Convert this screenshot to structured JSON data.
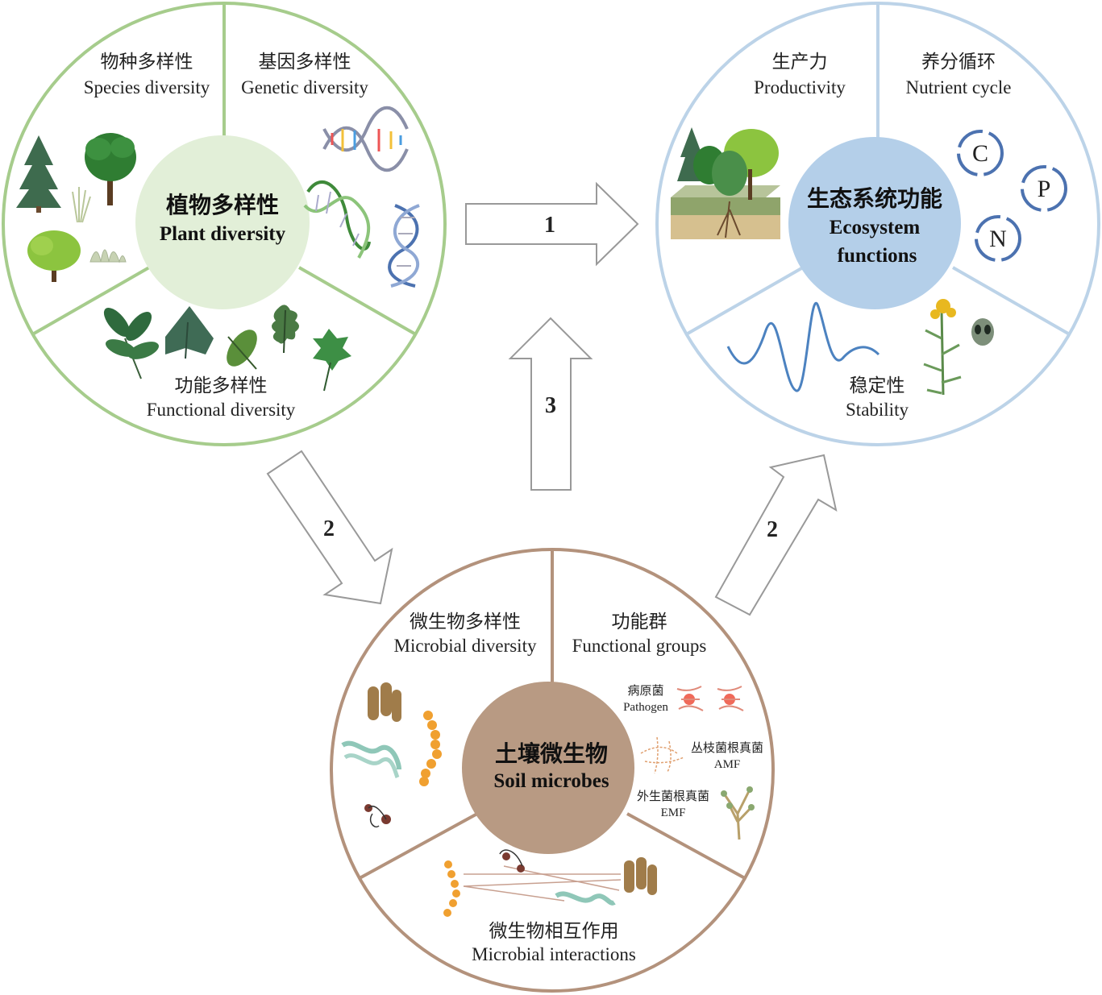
{
  "colors": {
    "plant_ring": "#a6cc8c",
    "plant_core": "#e2efd8",
    "eco_ring": "#bcd3e8",
    "eco_core": "#b4cfe9",
    "soil_ring": "#b3927c",
    "soil_core": "#b89a83",
    "arrow_stroke": "#999999"
  },
  "plant": {
    "center_cn": "植物多样性",
    "center_en": "Plant diversity",
    "species_cn": "物种多样性",
    "species_en": "Species diversity",
    "genetic_cn": "基因多样性",
    "genetic_en": "Genetic diversity",
    "functional_cn": "功能多样性",
    "functional_en": "Functional diversity"
  },
  "eco": {
    "center_cn": "生态系统功能",
    "center_en_1": "Ecosystem",
    "center_en_2": "functions",
    "productivity_cn": "生产力",
    "productivity_en": "Productivity",
    "nutrient_cn": "养分循环",
    "nutrient_en": "Nutrient cycle",
    "stability_cn": "稳定性",
    "stability_en": "Stability",
    "cycle_c": "C",
    "cycle_p": "P",
    "cycle_n": "N"
  },
  "soil": {
    "center_cn": "土壤微生物",
    "center_en": "Soil microbes",
    "microbial_cn": "微生物多样性",
    "microbial_en": "Microbial diversity",
    "groups_cn": "功能群",
    "groups_en": "Functional groups",
    "interactions_cn": "微生物相互作用",
    "interactions_en": "Microbial interactions",
    "pathogen_cn": "病原菌",
    "pathogen_en": "Pathogen",
    "amf_cn": "丛枝菌根真菌",
    "amf_en": "AMF",
    "emf_cn": "外生菌根真菌",
    "emf_en": "EMF"
  },
  "arrows": {
    "a1": "1",
    "a2_left": "2",
    "a2_right": "2",
    "a3": "3"
  }
}
